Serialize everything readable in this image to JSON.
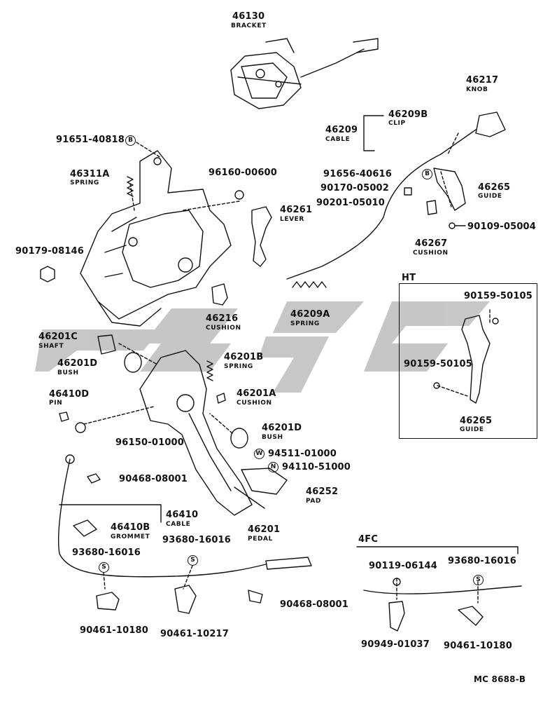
{
  "parts": {
    "p46130": {
      "num": "46130",
      "name": "BRACKET"
    },
    "p46217": {
      "num": "46217",
      "name": "KNOB"
    },
    "p46209B": {
      "num": "46209B",
      "name": "CLIP"
    },
    "p46209": {
      "num": "46209",
      "name": "CABLE"
    },
    "p91651": {
      "num": "91651-40818"
    },
    "p46311A": {
      "num": "46311A",
      "name": "SPRING"
    },
    "p96160": {
      "num": "96160-00600"
    },
    "p91656": {
      "num": "91656-40616"
    },
    "p90170": {
      "num": "90170-05002"
    },
    "p46265_main": {
      "num": "46265",
      "name": "GUIDE"
    },
    "p90201": {
      "num": "90201-05010"
    },
    "p46261": {
      "num": "46261",
      "name": "LEVER"
    },
    "p90109": {
      "num": "90109-05004"
    },
    "p46267": {
      "num": "46267",
      "name": "CUSHION"
    },
    "p90179": {
      "num": "90179-08146"
    },
    "p46216": {
      "num": "46216",
      "name": "CUSHION"
    },
    "p46209A": {
      "num": "46209A",
      "name": "SPRING"
    },
    "p46201C": {
      "num": "46201C",
      "name": "SHAFT"
    },
    "p46201D_bush1": {
      "num": "46201D",
      "name": "BUSH"
    },
    "p46201B": {
      "num": "46201B",
      "name": "SPRING"
    },
    "p46410D": {
      "num": "46410D",
      "name": "PIN"
    },
    "p46201A": {
      "num": "46201A",
      "name": "CUSHION"
    },
    "p46201D_bush2": {
      "num": "46201D",
      "name": "BUSH"
    },
    "p96150": {
      "num": "96150-01000"
    },
    "p94511": {
      "num": "94511-01000"
    },
    "p94110": {
      "num": "94110-51000"
    },
    "p90468_a": {
      "num": "90468-08001"
    },
    "p46252": {
      "num": "46252",
      "name": "PAD"
    },
    "p46410": {
      "num": "46410",
      "name": "CABLE"
    },
    "p46410B": {
      "num": "46410B",
      "name": "GROMMET"
    },
    "p46201": {
      "num": "46201",
      "name": "PEDAL"
    },
    "p93680_a": {
      "num": "93680-16016"
    },
    "p93680_b": {
      "num": "93680-16016"
    },
    "p90468_b": {
      "num": "90468-08001"
    },
    "p90461_a": {
      "num": "90461-10180"
    },
    "p90461_b": {
      "num": "90461-10217"
    }
  },
  "ht": {
    "title": "HT",
    "p90159_a": {
      "num": "90159-50105"
    },
    "p90159_b": {
      "num": "90159-50105"
    },
    "p46265": {
      "num": "46265",
      "name": "GUIDE"
    }
  },
  "fc": {
    "title": "4FC",
    "p90119": {
      "num": "90119-06144"
    },
    "p93680": {
      "num": "93680-16016"
    },
    "p90949": {
      "num": "90949-01037"
    },
    "p90461": {
      "num": "90461-10180"
    }
  },
  "symbols": {
    "b": "B",
    "s": "S",
    "w": "W",
    "n": "N"
  },
  "footer": {
    "ref": "MC  8688-B"
  },
  "colors": {
    "ink": "#111111",
    "watermark": "#bdbdbd",
    "background": "#ffffff"
  }
}
